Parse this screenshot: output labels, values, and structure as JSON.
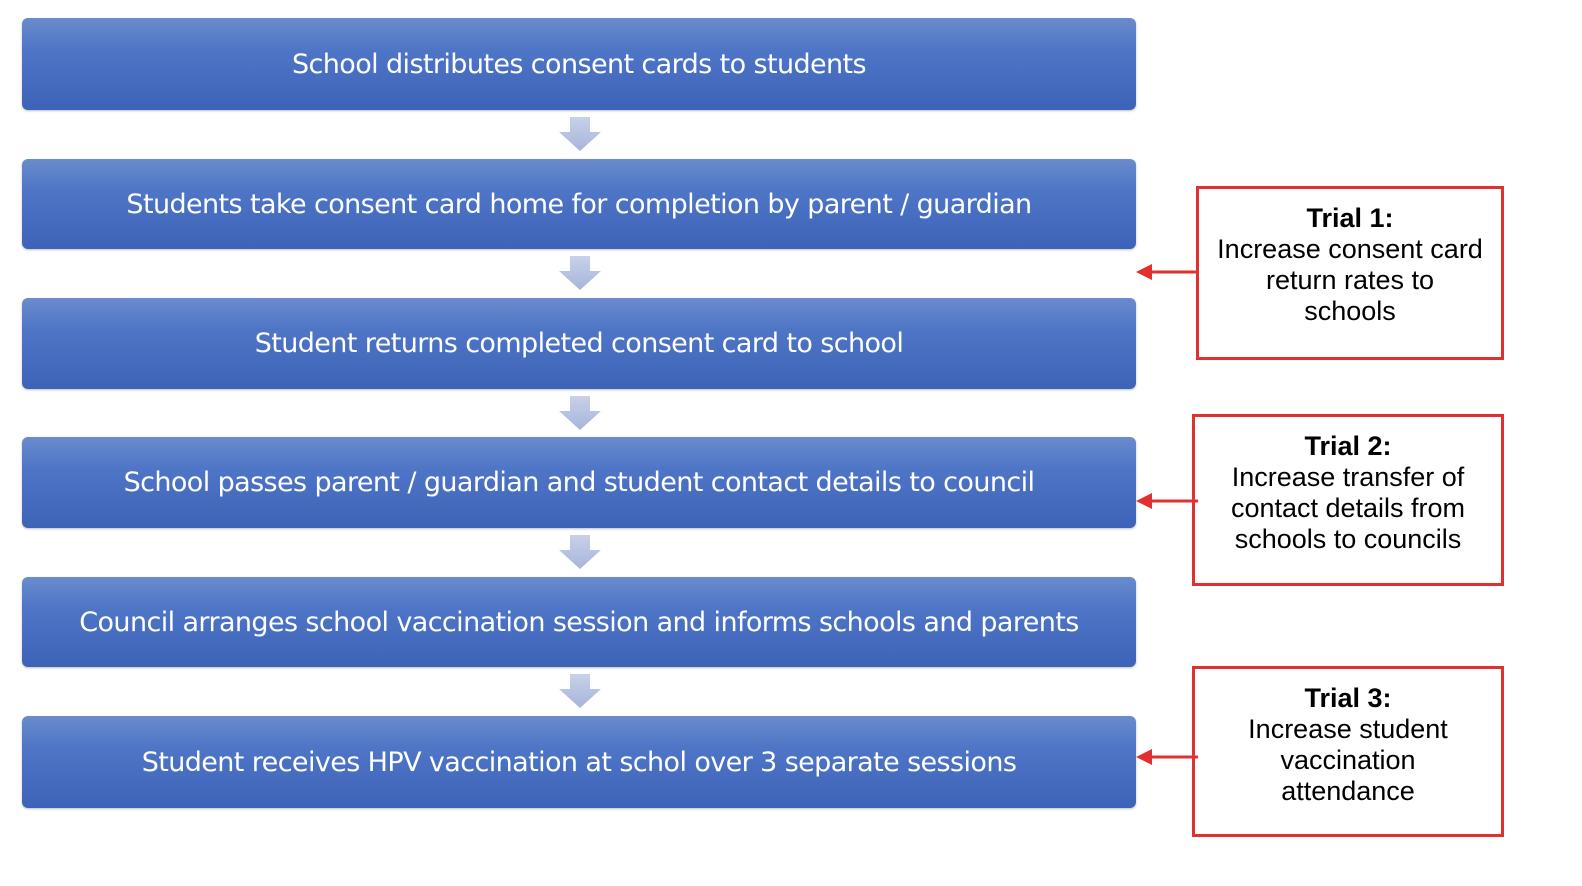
{
  "steps": [
    {
      "label": "School distributes consent cards to students"
    },
    {
      "label": "Students take consent card home for completion by parent / guardian"
    },
    {
      "label": "Student returns completed consent card to school"
    },
    {
      "label": "School passes parent / guardian and student  contact details to council"
    },
    {
      "label": "Council arranges school vaccination session and informs schools and parents"
    },
    {
      "label": "Student receives HPV vaccination at schol over 3 separate sessions"
    }
  ],
  "trials": [
    {
      "title": "Trial 1:",
      "description": "Increase consent card return rates to schools"
    },
    {
      "title": "Trial 2:",
      "description": "Increase transfer of contact details from schools to councils"
    },
    {
      "title": "Trial 3:",
      "description": "Increase student vaccination attendance"
    }
  ],
  "colors": {
    "step_fill": "#4e75c6",
    "flow_arrow": "#b4c0de",
    "trial_border": "#e03030"
  }
}
